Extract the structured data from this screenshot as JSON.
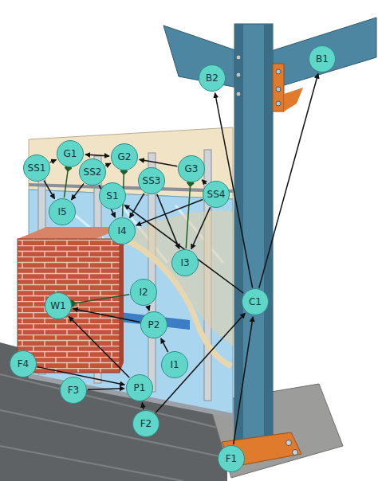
{
  "diagram": {
    "nodes": [
      {
        "text": [
          "B1"
        ]
      },
      {
        "text": [
          "B2"
        ]
      },
      {
        "text": [
          "G1"
        ]
      },
      {
        "text": [
          "G2"
        ]
      },
      {
        "text": [
          "SS1"
        ]
      },
      {
        "text": [
          "G3"
        ]
      },
      {
        "text": [
          "SS2"
        ]
      },
      {
        "text": [
          "SS3"
        ]
      },
      {
        "text": [
          "SS4"
        ]
      },
      {
        "text": [
          "S1"
        ]
      },
      {
        "text": [
          "I5"
        ]
      },
      {
        "text": [
          "I4"
        ]
      },
      {
        "text": [
          "I3"
        ]
      },
      {
        "text": [
          "I2"
        ]
      },
      {
        "text": [
          "C1"
        ]
      },
      {
        "text": [
          "W1"
        ]
      },
      {
        "text": [
          "P2"
        ]
      },
      {
        "text": [
          "F4"
        ]
      },
      {
        "text": [
          "I1"
        ]
      },
      {
        "text": [
          "P1"
        ]
      },
      {
        "text": [
          "F3"
        ]
      },
      {
        "text": [
          "F2"
        ]
      },
      {
        "text": [
          "F1"
        ]
      }
    ],
    "edges": [
      {
        "from": 14,
        "to": 0,
        "arrow": "to"
      },
      {
        "from": 14,
        "to": 1,
        "arrow": "to"
      },
      {
        "from": 22,
        "to": 14,
        "arrow": "to"
      },
      {
        "from": 21,
        "to": 14,
        "arrow": "to"
      },
      {
        "from": 21,
        "to": 19,
        "arrow": "to"
      },
      {
        "from": 20,
        "to": 19,
        "arrow": "to"
      },
      {
        "from": 17,
        "to": 19,
        "arrow": "to"
      },
      {
        "from": 19,
        "to": 15,
        "arrow": "to"
      },
      {
        "from": 16,
        "to": 15,
        "arrow": "to"
      },
      {
        "from": 18,
        "to": 16,
        "arrow": "to"
      },
      {
        "from": 13,
        "to": 16,
        "arrow": "to"
      },
      {
        "from": 15,
        "to": 13,
        "arrow": "none"
      },
      {
        "from": 14,
        "to": 9,
        "arrow": "to"
      },
      {
        "from": 2,
        "to": 3,
        "arrow": "both"
      },
      {
        "from": 5,
        "to": 3,
        "arrow": "to"
      },
      {
        "from": 4,
        "to": 2,
        "arrow": "to"
      },
      {
        "from": 6,
        "to": 3,
        "arrow": "to"
      },
      {
        "from": 8,
        "to": 5,
        "arrow": "to"
      },
      {
        "from": 2,
        "to": 10,
        "arrow": "none"
      },
      {
        "from": 3,
        "to": 11,
        "arrow": "none"
      },
      {
        "from": 5,
        "to": 12,
        "arrow": "none"
      },
      {
        "from": 4,
        "to": 10,
        "arrow": "to"
      },
      {
        "from": 6,
        "to": 10,
        "arrow": "to"
      },
      {
        "from": 6,
        "to": 11,
        "arrow": "to"
      },
      {
        "from": 7,
        "to": 11,
        "arrow": "to"
      },
      {
        "from": 7,
        "to": 12,
        "arrow": "to"
      },
      {
        "from": 8,
        "to": 12,
        "arrow": "to"
      },
      {
        "from": 8,
        "to": 11,
        "arrow": "to"
      }
    ]
  }
}
